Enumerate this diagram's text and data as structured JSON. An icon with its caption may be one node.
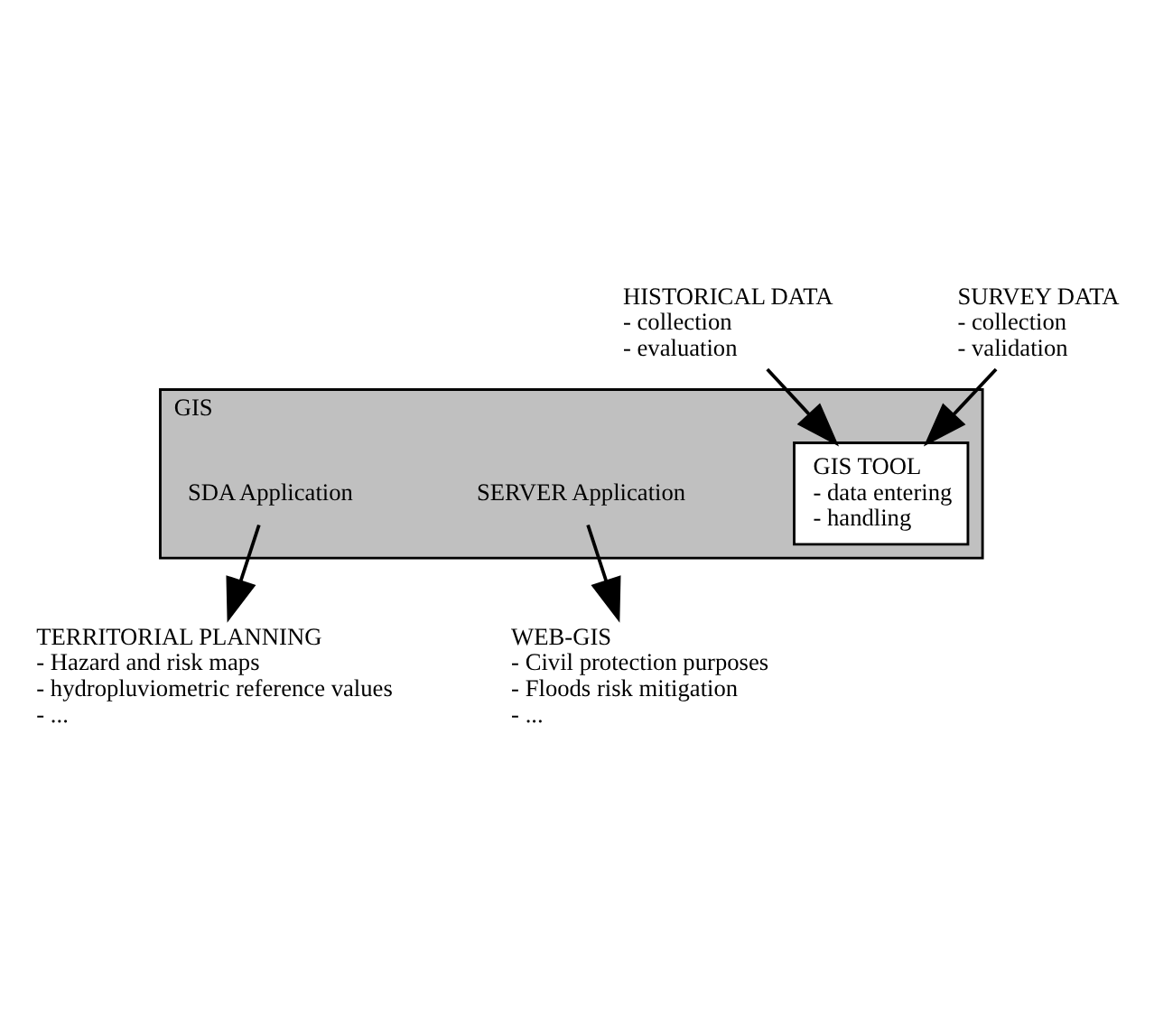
{
  "diagram": {
    "nodes": [
      {
        "text": [
          "HISTORICAL DATA",
          "- collection",
          "- evaluation"
        ]
      },
      {
        "text": [
          "SURVEY DATA",
          "- collection",
          "- validation"
        ]
      },
      {
        "text": [
          "GIS"
        ]
      },
      {
        "text": [
          "GIS TOOL",
          "- data entering",
          "- handling"
        ],
        "in": 2
      },
      {
        "text": [
          "SDA Application"
        ],
        "in": 2
      },
      {
        "text": [
          "SERVER Application"
        ],
        "in": 2
      },
      {
        "text": [
          "TERRITORIAL PLANNING",
          "- Hazard and risk maps",
          "- hydropluviometric reference values",
          "- ..."
        ]
      },
      {
        "text": [
          "WEB-GIS",
          "- Civil protection purposes",
          "- Floods risk mitigation",
          "- ..."
        ]
      }
    ],
    "edges": [
      {
        "from": 0,
        "to": 3,
        "arrow": "to"
      },
      {
        "from": 1,
        "to": 3,
        "arrow": "to"
      },
      {
        "from": 4,
        "to": 6,
        "arrow": "to"
      },
      {
        "from": 5,
        "to": 7,
        "arrow": "to"
      }
    ]
  }
}
